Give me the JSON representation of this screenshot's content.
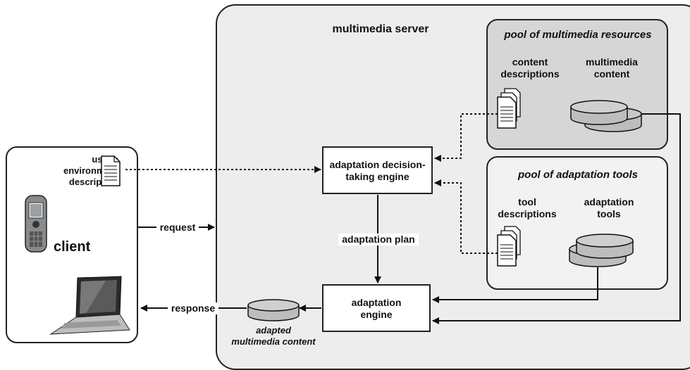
{
  "server": {
    "title": "multimedia server"
  },
  "client": {
    "title": "client",
    "usage_line1": "usage",
    "usage_line2": "environment",
    "usage_line3": "description"
  },
  "resources_pool": {
    "title": "pool of multimedia resources",
    "content_desc_line1": "content",
    "content_desc_line2": "descriptions",
    "mm_content_line1": "multimedia",
    "mm_content_line2": "content"
  },
  "tools_pool": {
    "title": "pool of adaptation tools",
    "tool_desc_line1": "tool",
    "tool_desc_line2": "descriptions",
    "tools_line1": "adaptation",
    "tools_line2": "tools"
  },
  "adte": {
    "line1": "adaptation decision-",
    "line2": "taking engine"
  },
  "engine": {
    "line1": "adaptation",
    "line2": "engine"
  },
  "plan_label": "adaptation plan",
  "request_label": "request",
  "response_label": "response",
  "adapted": {
    "line1": "adapted",
    "line2": "multimedia content"
  },
  "colors": {
    "server_bg": "#ededed",
    "resources_bg": "#d6d6d6",
    "tools_bg": "#f2f2f2",
    "disk": "#bdbdbd"
  }
}
